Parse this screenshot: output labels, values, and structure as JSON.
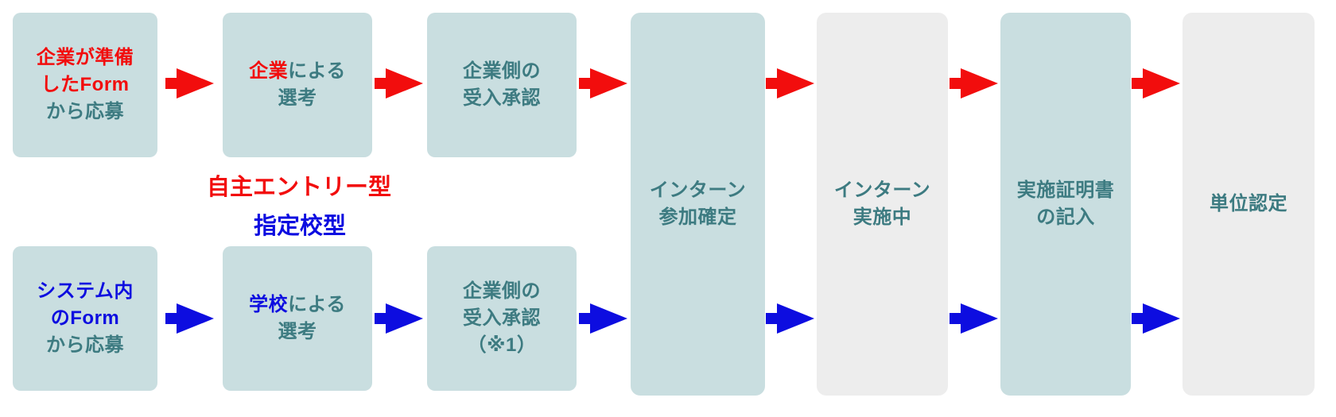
{
  "colors": {
    "background": "#ffffff",
    "box_teal": "#c9dee0",
    "box_gray": "#ededed",
    "text_teal": "#3d7b81",
    "accent_red": "#f20d0d",
    "accent_blue": "#0d0de0"
  },
  "track_labels": {
    "self_entry": "自主エントリー型",
    "designated_school": "指定校型"
  },
  "steps": {
    "company_form_apply": {
      "line1": "企業が準備",
      "line2": "したForm",
      "line3": "から応募"
    },
    "company_selection": {
      "line1_em": "企業",
      "line1_rest": "による",
      "line2": "選考"
    },
    "company_acceptance_top": {
      "line1": "企業側の",
      "line2": "受入承認"
    },
    "system_form_apply": {
      "line1": "システム内",
      "line2": "のForm",
      "line3": "から応募"
    },
    "school_selection": {
      "line1_em": "学校",
      "line1_rest": "による",
      "line2": "選考"
    },
    "company_acceptance_bottom": {
      "line1": "企業側の",
      "line2": "受入承認",
      "line3": "（※1）"
    },
    "internship_confirmed": {
      "line1": "インターン",
      "line2": "参加確定"
    },
    "internship_ongoing": {
      "line1": "インターン",
      "line2": "実施中"
    },
    "certificate_entry": {
      "line1": "実施証明書",
      "line2": "の記入"
    },
    "credit_certification": {
      "line1": "単位認定"
    }
  }
}
